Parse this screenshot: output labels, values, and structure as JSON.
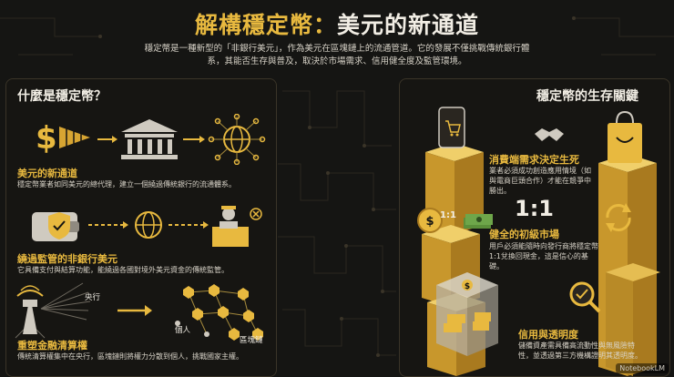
{
  "header": {
    "title_part1": "解構穩定幣：",
    "title_part2": "美元的新通道",
    "subtitle": "穩定幣是一種新型的「非銀行美元」，作為美元在區塊鏈上的流通管道。它的發展不僅挑戰傳統銀行體系，其能否生存與普及，取決於市場需求、信用健全度及監管環境。"
  },
  "left_section": {
    "title": "什麼是穩定幣？",
    "items": [
      {
        "title": "美元的新通道",
        "desc": "穩定幣業者如同美元的總代理，建立一個繞過傳統銀行的流通體系。"
      },
      {
        "title": "繞過監管的非銀行美元",
        "desc": "它具備支付與結算功能，能繞過各國對境外美元資金的傳統監管。"
      },
      {
        "title": "重塑金融清算權",
        "desc": "傳統清算權集中在央行，區塊鏈則將權力分散到個人，挑戰國家主權。"
      }
    ],
    "labels": {
      "central_bank": "央行",
      "individual": "個人",
      "blockchain": "區塊鏈"
    }
  },
  "right_section": {
    "title": "穩定幣的生存關鍵",
    "items": [
      {
        "title": "消費端需求決定生死",
        "desc": "業者必須成功創造應用情境（如與電商巨頭合作）才能在競爭中勝出。"
      },
      {
        "title": "健全的初級市場",
        "desc": "用戶必須能隨時向發行商將穩定幣1:1兌換回現金，這是信心的基礎。"
      },
      {
        "title": "信用與透明度",
        "desc": "儲備資產需具備高流動性與無風險特性，並透過第三方機構證明其透明度。"
      }
    ],
    "ratio_big": "1:1",
    "ratio_small": "1:1"
  },
  "icons": [
    "dollar-arrow-icon",
    "bank-icon",
    "globe-network-icon",
    "wallet-shield-icon",
    "customs-officer-icon",
    "radio-tower-icon",
    "shopping-cart-icon",
    "handshake-icon",
    "shopping-bag-icon",
    "coin-icon",
    "cash-stack-icon",
    "refresh-arrows-icon",
    "vault-icon",
    "magnifier-check-icon"
  ],
  "colors": {
    "accent": "#e8b93f",
    "background": "#151513",
    "text": "#f1ede4"
  },
  "watermark": "NotebookLM"
}
